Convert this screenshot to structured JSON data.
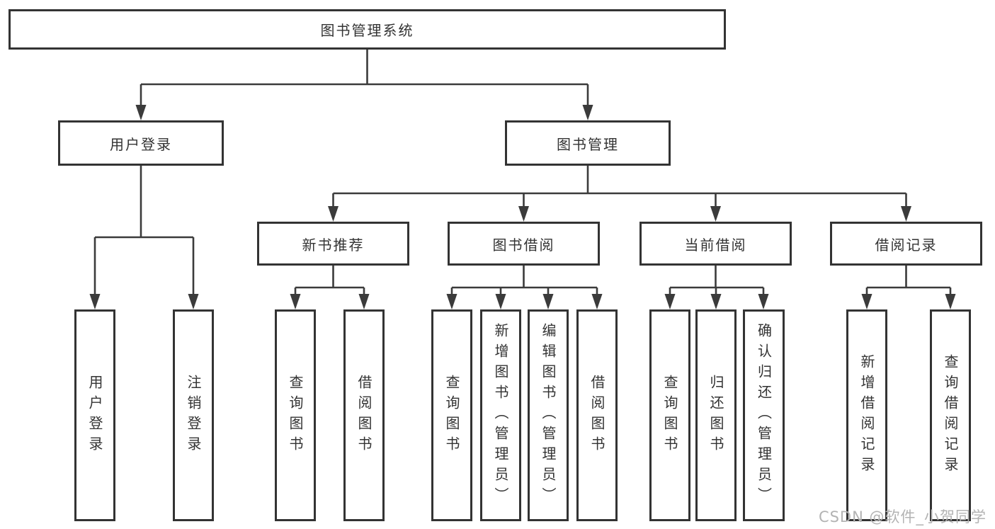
{
  "root": {
    "label": "图书管理系统"
  },
  "level2": {
    "user_login": "用户登录",
    "book_mgmt": "图书管理"
  },
  "level3": {
    "new_book_rec": "新书推荐",
    "book_borrow": "图书借阅",
    "current_borrow": "当前借阅",
    "borrow_record": "借阅记录"
  },
  "leaves": {
    "user_login_1": "用户登录",
    "user_login_2": "注销登录",
    "new_book_rec_1": "查询图书",
    "new_book_rec_2": "借阅图书",
    "book_borrow_1": "查询图书",
    "book_borrow_2": "新增图书（管理员）",
    "book_borrow_3": "编辑图书（管理员）",
    "book_borrow_4": "借阅图书",
    "current_borrow_1": "查询图书",
    "current_borrow_2": "归还图书",
    "current_borrow_3": "确认归还（管理员）",
    "borrow_record_1": "新增借阅记录",
    "borrow_record_2": "查询借阅记录"
  },
  "watermark": "CSDN @软件_小贺同学",
  "colors": {
    "line": "#3b3b3b",
    "box_border": "#333333",
    "box_fill": "#ffffff",
    "text": "#333333",
    "watermark": "#b3b3b3",
    "background": "#ffffff"
  }
}
